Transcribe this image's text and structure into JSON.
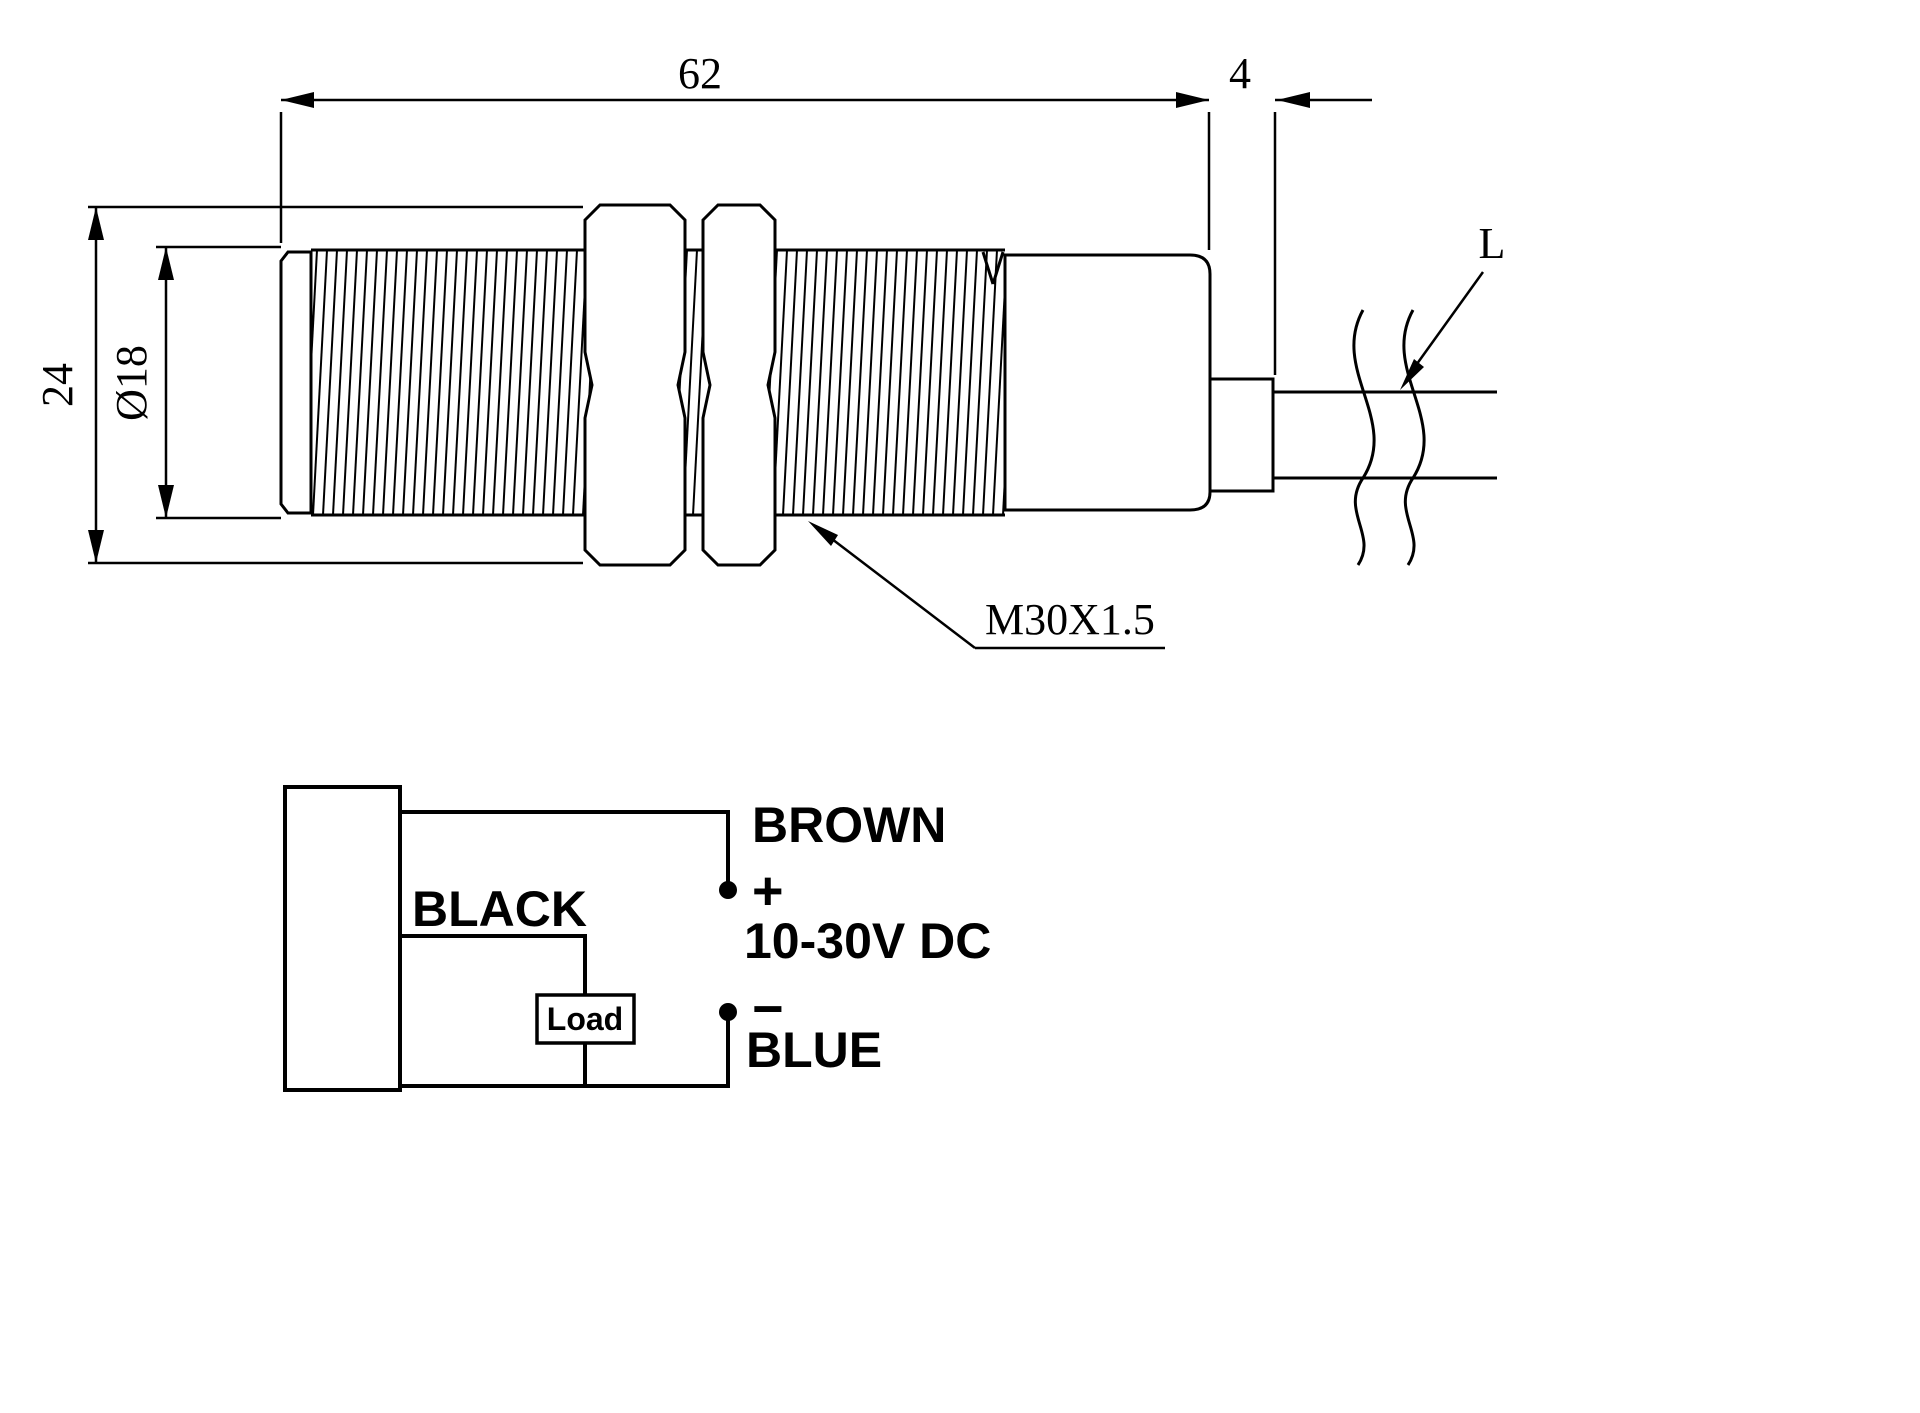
{
  "page": {
    "background": "#ffffff",
    "ink": "#000000"
  },
  "drawing": {
    "dim_length_body": "62",
    "dim_length_step": "4",
    "dim_outer": "24",
    "dim_face": "Ø18",
    "thread_label": "M30X1.5",
    "cable_length_label": "L"
  },
  "wiring": {
    "wire_top_label": "BROWN",
    "terminal_plus": "+",
    "supply_label": "10-30V DC",
    "terminal_minus": "−",
    "wire_bottom_label": "BLUE",
    "wire_signal_label": "BLACK",
    "load_label": "Load"
  }
}
